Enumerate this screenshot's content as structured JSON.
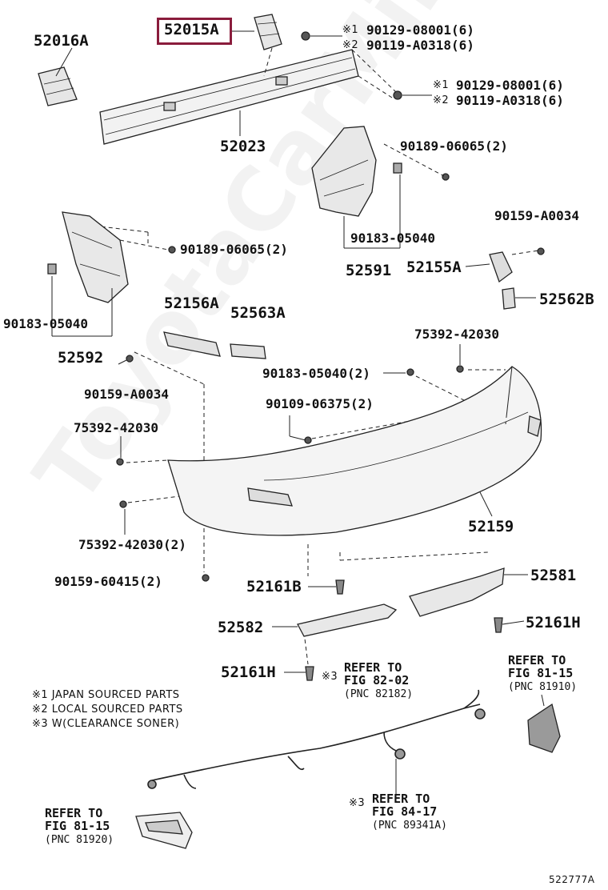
{
  "watermark": "ToyotaCarMine.ru",
  "highlight_color": "#8a1c3c",
  "figure_id": "522777A",
  "parts": {
    "p52015A": "52015A",
    "p52016A": "52016A",
    "p52023": "52023",
    "bolt_top_1": "90129-08001(6)",
    "bolt_top_2": "90119-A0318(6)",
    "bolt_right_1": "90129-08001(6)",
    "bolt_right_2": "90119-A0318(6)",
    "s90189_r": "90189-06065(2)",
    "s90183_r": "90183-05040",
    "p52591": "52591",
    "s90159_r": "90159-A0034",
    "p52155A": "52155A",
    "p52562B": "52562B",
    "s90189_l": "90189-06065(2)",
    "s90183_l": "90183-05040",
    "p52592": "52592",
    "p52156A": "52156A",
    "p52563A": "52563A",
    "s90159_l": "90159-A0034",
    "s75392_r": "75392-42030",
    "s90183_c": "90183-05040(2)",
    "s90109": "90109-06375(2)",
    "s75392_l": "75392-42030",
    "s75392_l2": "75392-42030(2)",
    "p52159": "52159",
    "s90159_60415": "90159-60415(2)",
    "p52161B": "52161B",
    "p52581": "52581",
    "p52582": "52582",
    "p52161H_r": "52161H",
    "p52161H_l": "52161H"
  },
  "mark": "※3",
  "refs": {
    "fig8202": {
      "line1": "REFER TO",
      "line2": "FIG 82-02",
      "pnc": "(PNC 82182)"
    },
    "fig8115_r": {
      "line1": "REFER TO",
      "line2": "FIG 81-15",
      "pnc": "(PNC 81910)"
    },
    "fig8115_l": {
      "line1": "REFER TO",
      "line2": "FIG 81-15",
      "pnc": "(PNC 81920)"
    },
    "fig8417": {
      "line1": "REFER TO",
      "line2": "FIG 84-17",
      "pnc": "(PNC 89341A)"
    }
  },
  "notes": {
    "n1": "※1 JAPAN SOURCED PARTS",
    "n2": "※2 LOCAL SOURCED PARTS",
    "n3": "※3 W(CLEARANCE SONER)"
  },
  "mark1": "※1",
  "mark2": "※2"
}
